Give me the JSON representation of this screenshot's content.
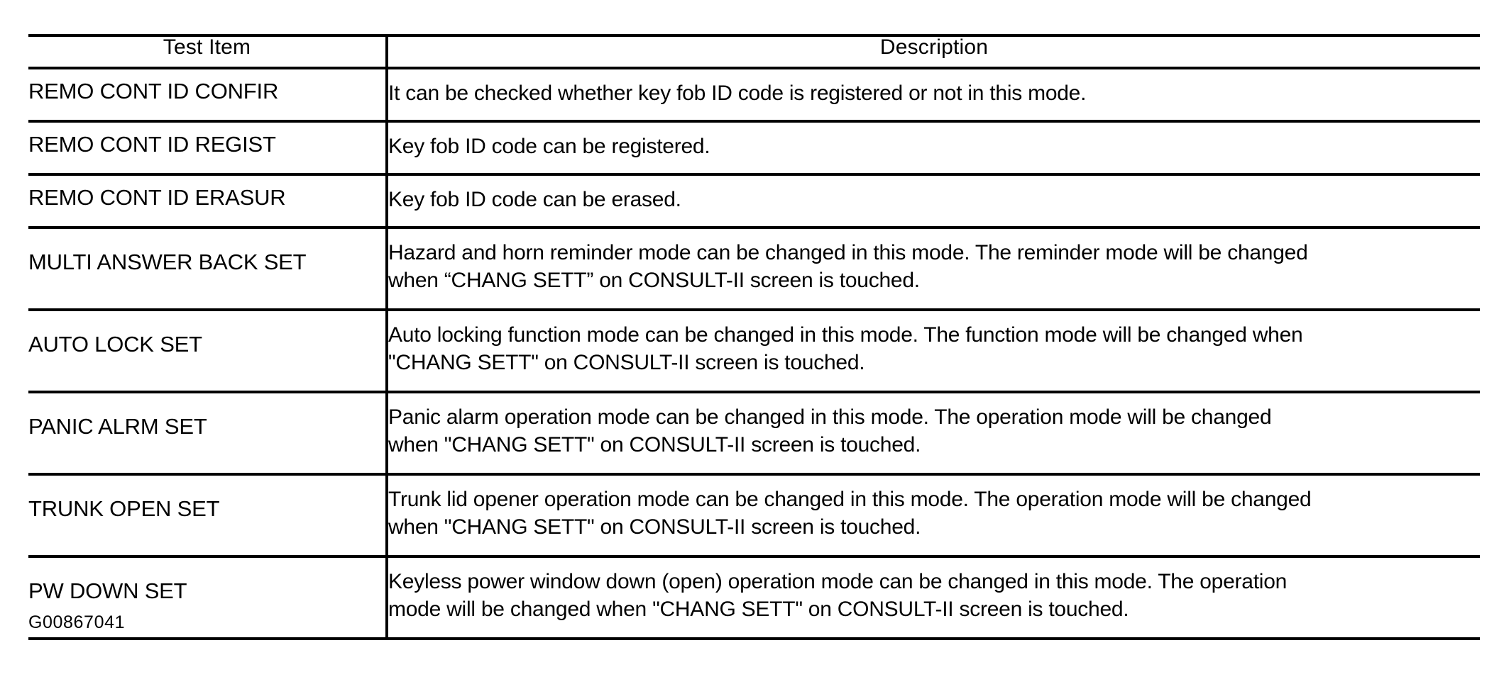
{
  "table": {
    "columns": [
      {
        "key": "test_item",
        "header": "Test Item"
      },
      {
        "key": "description",
        "header": "Description"
      }
    ],
    "rows": [
      {
        "test_item": "REMO CONT ID CONFIR",
        "description_lines": [
          "It can be checked whether key fob ID code is registered or not in this mode."
        ]
      },
      {
        "test_item": "REMO CONT ID REGIST",
        "description_lines": [
          "Key fob ID code can be registered."
        ]
      },
      {
        "test_item": "REMO CONT ID ERASUR",
        "description_lines": [
          "Key fob ID code can be erased."
        ]
      },
      {
        "test_item": "MULTI ANSWER BACK SET",
        "description_lines": [
          "Hazard and horn reminder mode can be changed in this mode. The reminder mode will be changed",
          "when “CHANG SETT” on CONSULT-II screen is touched."
        ]
      },
      {
        "test_item": "AUTO LOCK SET",
        "description_lines": [
          "Auto locking function mode can be changed in this mode. The function mode will be changed when",
          "\"CHANG SETT\" on CONSULT-II screen is touched."
        ]
      },
      {
        "test_item": "PANIC ALRM SET",
        "description_lines": [
          "Panic alarm operation mode can be changed in this mode. The operation mode will be changed",
          "when \"CHANG SETT\" on CONSULT-II screen is touched."
        ]
      },
      {
        "test_item": "TRUNK OPEN SET",
        "description_lines": [
          "Trunk lid opener operation mode can be changed in this mode. The operation mode will be changed",
          "when \"CHANG SETT\" on CONSULT-II screen is touched."
        ]
      },
      {
        "test_item": "PW DOWN SET",
        "description_lines": [
          "Keyless power window down (open) operation mode can be changed in this mode. The operation",
          "mode will be changed when \"CHANG SETT\" on CONSULT-II screen is touched."
        ]
      }
    ]
  },
  "caption": {
    "text": "G00867041"
  },
  "colors": {
    "ink": "#000000",
    "paper": "#ffffff"
  }
}
